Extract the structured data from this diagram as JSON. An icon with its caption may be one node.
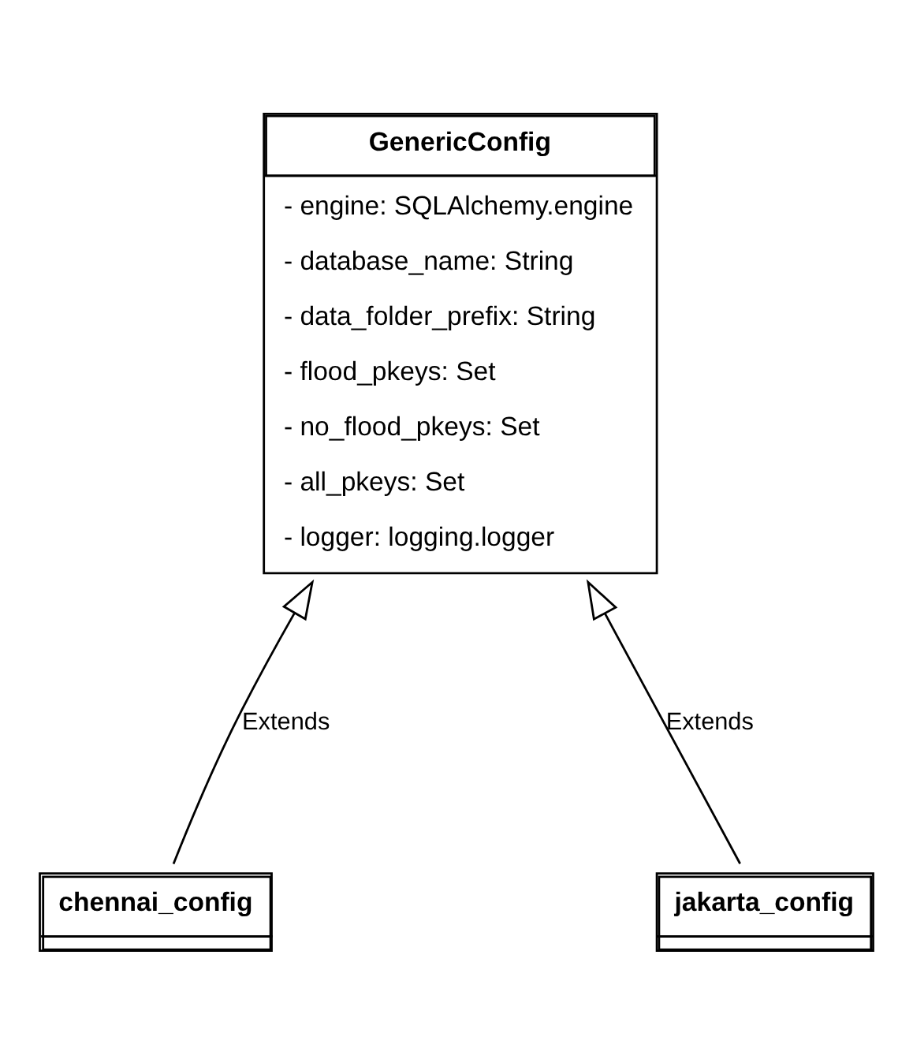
{
  "diagram": {
    "nodes": [
      {
        "text": [
          "GenericConfig",
          "- engine: SQLAlchemy.engine",
          "- database_name: String",
          "- data_folder_prefix: String",
          "- flood_pkeys: Set",
          "- no_flood_pkeys: Set",
          "- all_pkeys: Set",
          "- logger: logging.logger"
        ]
      },
      {
        "text": [
          "chennai_config"
        ]
      },
      {
        "text": [
          "jakarta_config"
        ]
      }
    ],
    "edges": [
      {
        "from": 1,
        "to": 0,
        "arrow": "to",
        "label": "Extends"
      },
      {
        "from": 2,
        "to": 0,
        "arrow": "to",
        "label": "Extends"
      }
    ]
  }
}
